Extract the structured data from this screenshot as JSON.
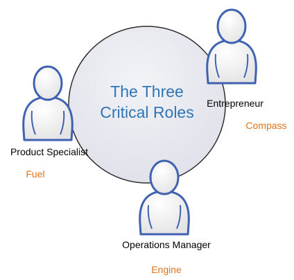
{
  "title": {
    "line1": "The Three",
    "line2": "Critical Roles",
    "color": "#2e75b6"
  },
  "roles": [
    {
      "name": "Entrepreneur",
      "tag": "Compass"
    },
    {
      "name": "Product Specialist",
      "tag": "Fuel"
    },
    {
      "name": "Operations Manager",
      "tag": "Engine"
    }
  ],
  "colors": {
    "circle_fill": "#e6e7ee",
    "circle_stroke": "#2d2d2d",
    "figure_fill": "#f1f1f1",
    "figure_stroke": "#3e62b0",
    "tag_color": "#e0741b"
  }
}
